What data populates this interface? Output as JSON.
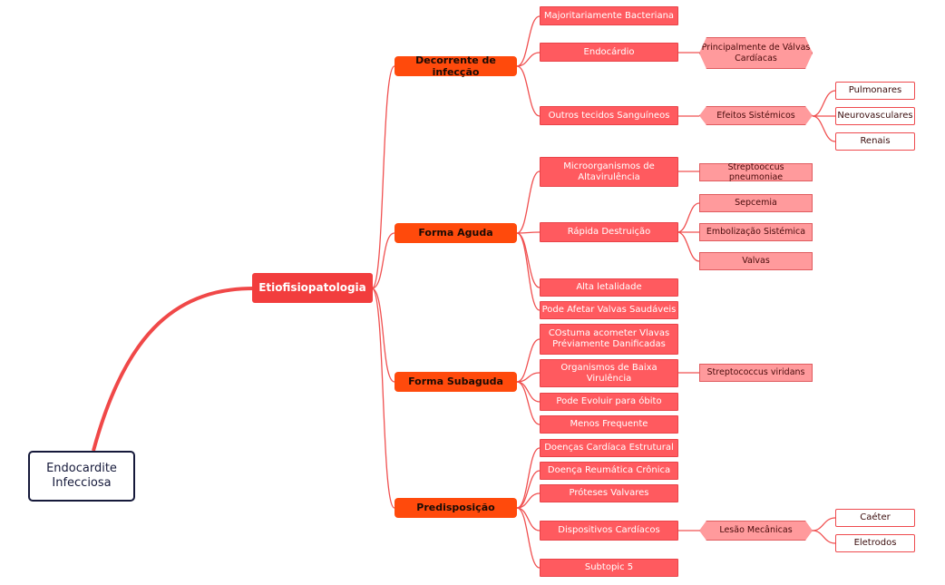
{
  "root": "Endocardite Infecciosa",
  "main": "Etiofisiopatologia",
  "branches": {
    "infeccao": "Decorrente de infecção",
    "aguda": "Forma Aguda",
    "subaguda": "Forma Subaguda",
    "predisposicao": "Predisposição"
  },
  "infeccao": {
    "bacteriana": "Majoritariamente Bacteriana",
    "endocardio": "Endocárdio",
    "valvas": "Principalmente de Válvas Cardíacas",
    "tecidos": "Outros tecidos Sanguíneos",
    "efeitos": "Efeitos Sistémicos",
    "pulmonares": "Pulmonares",
    "neuro": "Neurovasculares",
    "renais": "Renais"
  },
  "aguda": {
    "micro": "Microorganismos de Altavirulência",
    "strepto_pneu": "Streptooccus pneumoniae",
    "destruicao": "Rápida Destruição",
    "sepcemia": "Sepcemia",
    "embolizacao": "Embolização Sistémica",
    "valvas": "Valvas",
    "letalidade": "Alta letalidade",
    "saudaveis": "Pode Afetar Valvas Saudáveis"
  },
  "subaguda": {
    "costuma": "COstuma acometer Vlavas Préviamente Danificadas",
    "organismos": "Organismos de Baixa Virulência",
    "strepto_viridans": "Streptococcus viridans",
    "obito": "Pode Evoluir para óbito",
    "frequente": "Menos Frequente"
  },
  "predisposicao": {
    "estrutural": "Doenças Cardíaca Estrutural",
    "reumatica": "Doença Reumática Crônica",
    "proteses": "Próteses Valvares",
    "dispositivos": "Dispositivos Cardíacos",
    "lesao": "Lesão Mecânicas",
    "cateter": "Caéter",
    "eletrodos": "Eletrodos",
    "subtopic": "Subtopic 5"
  },
  "colors": {
    "root_border": "#15193a",
    "main": "#f23d3d",
    "branch": "#ff4a0c",
    "leaf": "#ff5a5f",
    "sub": "#ff9a9c",
    "link": "#f05050"
  }
}
